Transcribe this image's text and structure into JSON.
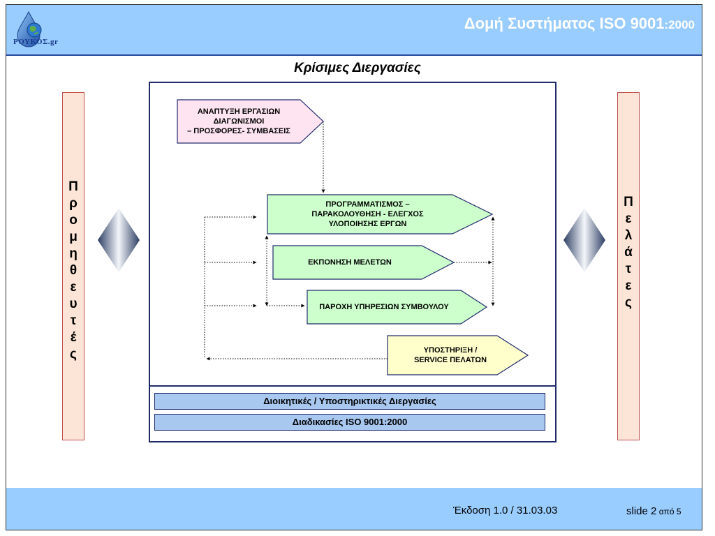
{
  "header": {
    "title": "Δομή Συστήματος ISO 9001",
    "title_suffix": ":2000",
    "logo_text": "ΡΟΥΚΟΣ.gr"
  },
  "subtitle": "Κρίσιμες Διεργασίες",
  "left_bar": {
    "letters": [
      "Π",
      "ρ",
      "ο",
      "μ",
      "η",
      "θ",
      "ε",
      "υ",
      "τ",
      "έ",
      "ς"
    ]
  },
  "right_bar": {
    "letters": [
      "Π",
      "ε",
      "λ",
      "ά",
      "τ",
      "ε",
      "ς"
    ]
  },
  "processes": {
    "development": {
      "lines": [
        "ΑΝΑΠΤΥΞΗ ΕΡΓΑΣΙΩΝ",
        "ΔΙΑΓΩΝΙΣΜΟΙ",
        "– ΠΡΟΣΦΟΡΕΣ- ΣΥΜΒΑΣΕΙΣ"
      ]
    },
    "planning": {
      "lines": [
        "ΠΡΟΓΡΑΜΜΑΤΙΣΜΟΣ –",
        "ΠΑΡΑΚΟΛΟΥΘΗΣΗ - ΕΛΕΓΧΟΣ",
        "ΥΛΟΠΟΙΗΣΗΣ ΕΡΓΩΝ"
      ]
    },
    "studies": {
      "lines": [
        "ΕΚΠΟΝΗΣΗ ΜΕΛΕΤΩΝ"
      ]
    },
    "consulting": {
      "lines": [
        "ΠΑΡΟΧΗ ΥΠΗΡΕΣΙΩΝ ΣΥΜΒΟΥΛΟΥ"
      ]
    },
    "support": {
      "lines": [
        "ΥΠΟΣΤΗΡΙΞΗ /",
        "SERVICE  ΠΕΛΑΤΩΝ"
      ]
    }
  },
  "bottom_bars": {
    "admin": "Διοικητικές / Υποστηρικτικές Διεργασίες",
    "procedures": "Διαδικασίες ISO 9001:2000"
  },
  "footer": {
    "version": "Έκδοση 1.0  /  31.03.03",
    "slide_label": "slide 2",
    "slide_suffix": " από 5"
  },
  "colors": {
    "header_bg": "#99ccff",
    "pink_fill": "#fde4f0",
    "green_fill": "#ccffcc",
    "yellow_fill": "#ffffcc",
    "blue_bar": "#a9c8f0",
    "outline": "#1f2a6b"
  }
}
